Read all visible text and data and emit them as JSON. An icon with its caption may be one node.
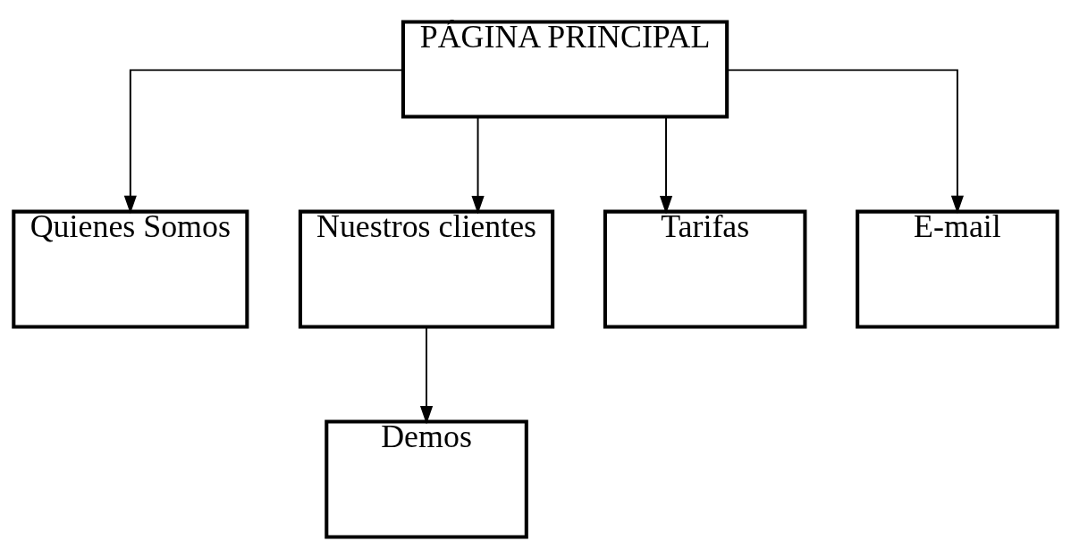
{
  "diagram": {
    "nodes": [
      {
        "text": [
          "PÁGINA PRINCIPAL"
        ]
      },
      {
        "text": [
          "Quienes Somos"
        ]
      },
      {
        "text": [
          "Nuestros clientes"
        ]
      },
      {
        "text": [
          "Tarifas"
        ]
      },
      {
        "text": [
          "E-mail"
        ]
      },
      {
        "text": [
          "Demos"
        ]
      }
    ],
    "edges": [
      {
        "from": 0,
        "to": 1,
        "arrow": "to"
      },
      {
        "from": 0,
        "to": 2,
        "arrow": "to"
      },
      {
        "from": 0,
        "to": 3,
        "arrow": "to"
      },
      {
        "from": 0,
        "to": 4,
        "arrow": "to"
      },
      {
        "from": 2,
        "to": 5,
        "arrow": "to"
      }
    ]
  }
}
